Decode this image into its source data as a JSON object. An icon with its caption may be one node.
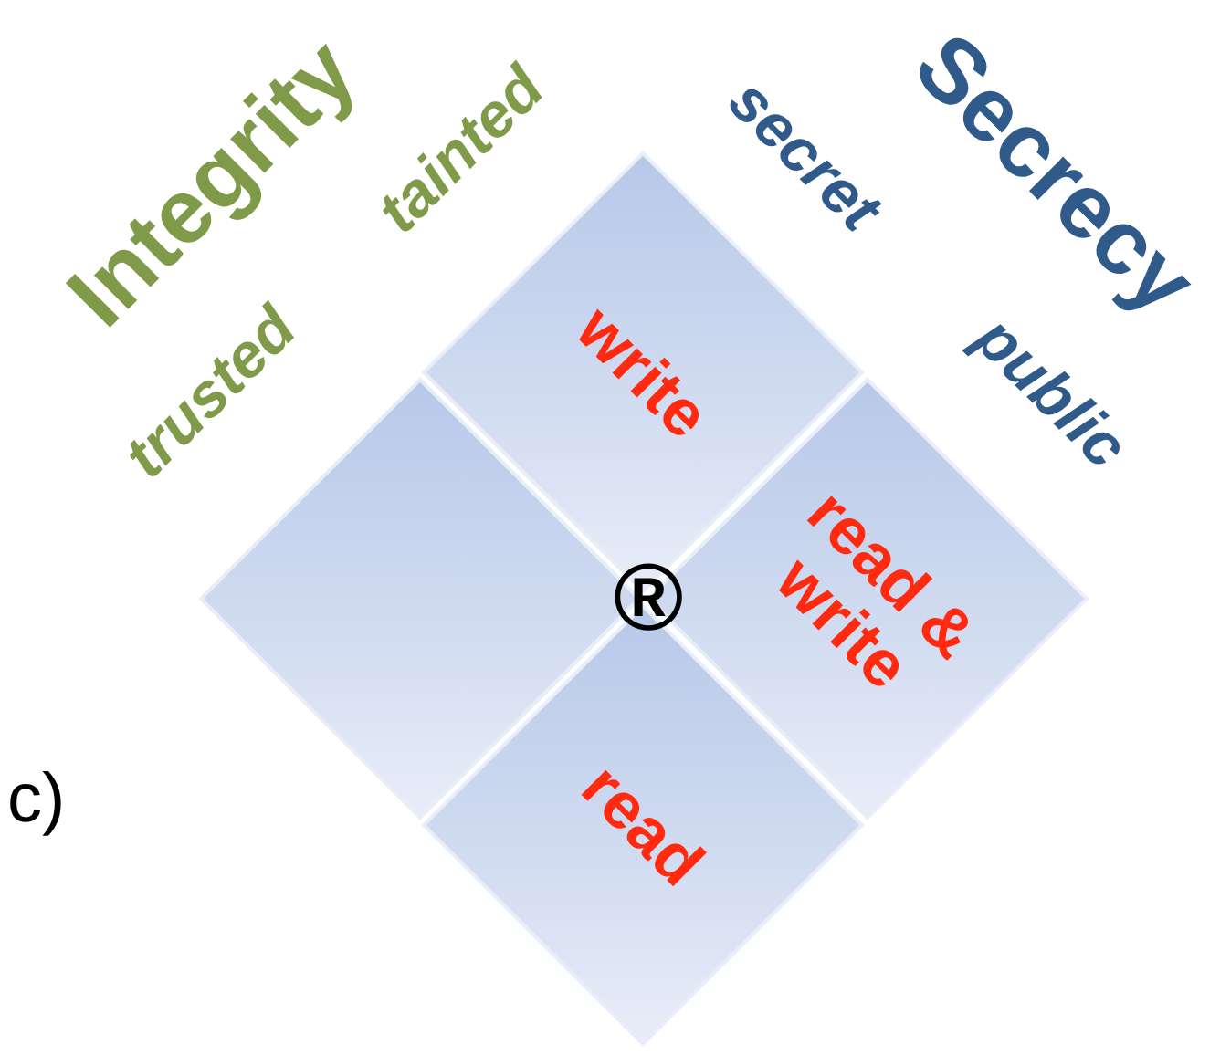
{
  "diagram": {
    "nodes": [
      {
        "text": [
          "write"
        ]
      },
      {
        "text": [
          "read & write"
        ]
      },
      {
        "text": [
          "read"
        ]
      },
      {
        "text": [],
        "shape": "diamond"
      },
      {
        "text": [
          "®"
        ]
      }
    ],
    "labels": [
      "Integrity",
      "tainted",
      "trusted",
      "secret",
      "Secrecy",
      "public",
      "c)"
    ]
  }
}
